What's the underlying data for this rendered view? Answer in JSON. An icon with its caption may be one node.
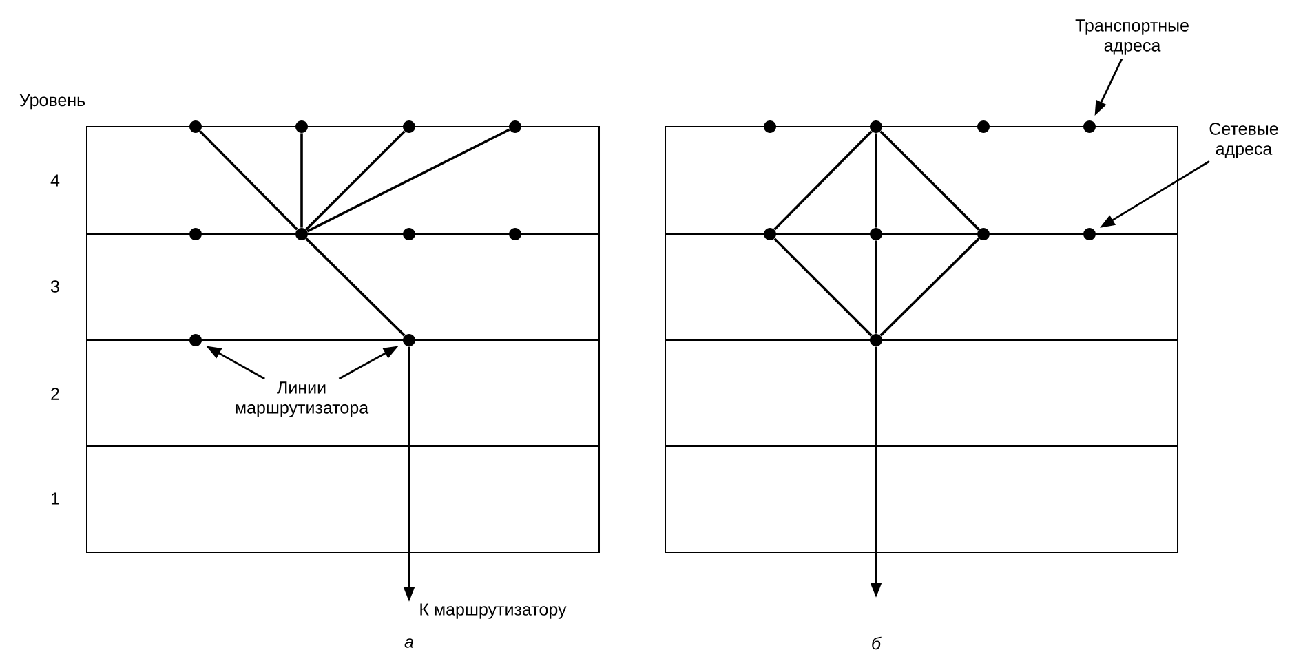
{
  "diagram": {
    "nodes": [
      {
        "text": [
          "Транспортные адреса"
        ]
      },
      {
        "text": [],
        "shape": "circle"
      },
      {
        "text": [],
        "shape": "circle"
      },
      {
        "text": [],
        "shape": "circle"
      },
      {
        "text": [],
        "shape": "circle"
      },
      {
        "text": [],
        "shape": "circle"
      },
      {
        "text": [],
        "shape": "circle"
      },
      {
        "text": [],
        "shape": "circle"
      },
      {
        "text": [],
        "shape": "circle"
      },
      {
        "text": [
          "Сетевые адреса"
        ]
      },
      {
        "text": [],
        "shape": "circle"
      },
      {
        "text": [],
        "shape": "circle"
      },
      {
        "text": [],
        "shape": "circle"
      },
      {
        "text": [],
        "shape": "circle"
      },
      {
        "text": [],
        "shape": "circle"
      },
      {
        "text": [],
        "shape": "circle"
      },
      {
        "text": [],
        "shape": "circle"
      },
      {
        "text": [],
        "shape": "circle"
      },
      {
        "text": [],
        "shape": "circle"
      },
      {
        "text": [],
        "shape": "circle"
      },
      {
        "text": [],
        "shape": "circle"
      },
      {
        "text": [
          "Линии маршрутизатора"
        ]
      },
      {
        "text": [
          "К маршрутизатору"
        ]
      }
    ],
    "edges": [
      {
        "from": 11,
        "to": 1,
        "arrow": "none"
      },
      {
        "from": 11,
        "to": 2,
        "arrow": "none"
      },
      {
        "from": 11,
        "to": 3,
        "arrow": "none"
      },
      {
        "from": 11,
        "to": 4,
        "arrow": "none"
      },
      {
        "from": 11,
        "to": 19,
        "arrow": "none"
      },
      {
        "from": 19,
        "to": 22,
        "arrow": "to"
      },
      {
        "from": 6,
        "to": 14,
        "arrow": "none"
      },
      {
        "from": 6,
        "to": 15,
        "arrow": "none"
      },
      {
        "from": 6,
        "to": 16,
        "arrow": "none"
      },
      {
        "from": 14,
        "to": 20,
        "arrow": "none"
      },
      {
        "from": 15,
        "to": 20,
        "arrow": "none"
      },
      {
        "from": 16,
        "to": 20,
        "arrow": "none"
      },
      {
        "from": 20,
        "to": null,
        "arrow": "to"
      },
      {
        "from": 21,
        "to": 18,
        "arrow": "to"
      },
      {
        "from": 21,
        "to": 19,
        "arrow": "to"
      },
      {
        "from": 0,
        "to": 8,
        "arrow": "to"
      },
      {
        "from": 9,
        "to": 17,
        "arrow": "to"
      }
    ],
    "labels": [
      "Уровень",
      "4",
      "3",
      "2",
      "1",
      "а",
      "б"
    ]
  }
}
